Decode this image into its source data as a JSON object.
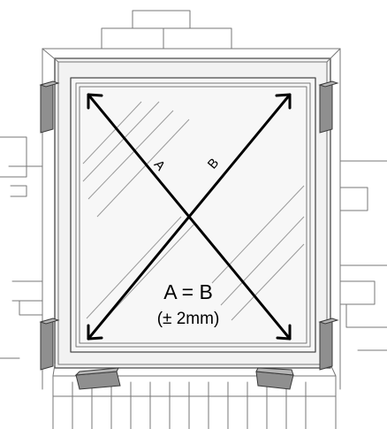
{
  "diagonals": {
    "a_label": "A",
    "b_label": "B"
  },
  "equation": {
    "main": "A = B",
    "tolerance": "(± 2mm)"
  },
  "icons": {
    "wedge": "packing-wedge-icon",
    "arrow": "double-arrow-icon"
  },
  "colors": {
    "line": "#000000",
    "sketch": "#777777",
    "wedge": "#8f8f8f"
  }
}
